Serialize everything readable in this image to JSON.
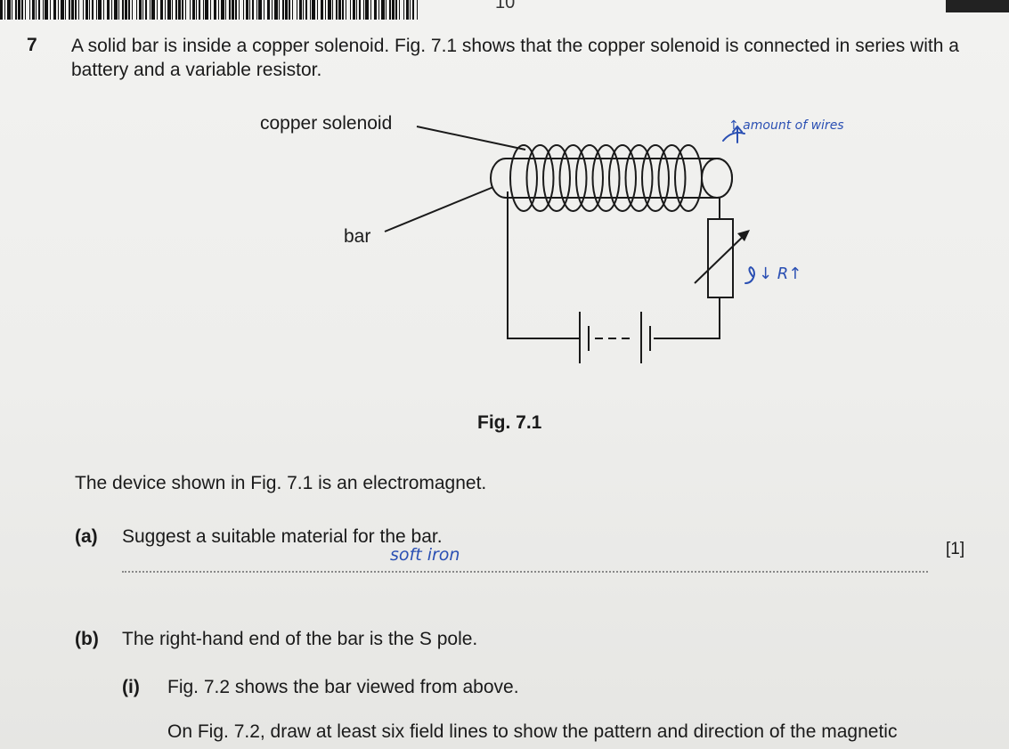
{
  "question": {
    "number": "7",
    "stem": "A solid bar is inside a copper solenoid. Fig. 7.1 shows that the copper solenoid is connected in series with a battery and a variable resistor."
  },
  "figure": {
    "label_solenoid": "copper solenoid",
    "label_bar": "bar",
    "caption": "Fig. 7.1",
    "annotation_top": "↑ amount of wires",
    "annotation_resistor": "↓ R↑"
  },
  "intro": "The device shown in Fig. 7.1 is an electromagnet.",
  "part_a": {
    "label": "(a)",
    "text": "Suggest a suitable material for the bar.",
    "answer": "soft iron",
    "marks": "[1]"
  },
  "part_b": {
    "label": "(b)",
    "text": "The right-hand end of the bar is the S pole."
  },
  "part_b_i": {
    "label": "(i)",
    "text": "Fig. 7.2 shows the bar viewed from above.",
    "instruction": "On Fig. 7.2, draw at least six field lines to show the pattern and direction of the magnetic"
  },
  "header": {
    "page_number": "10"
  }
}
